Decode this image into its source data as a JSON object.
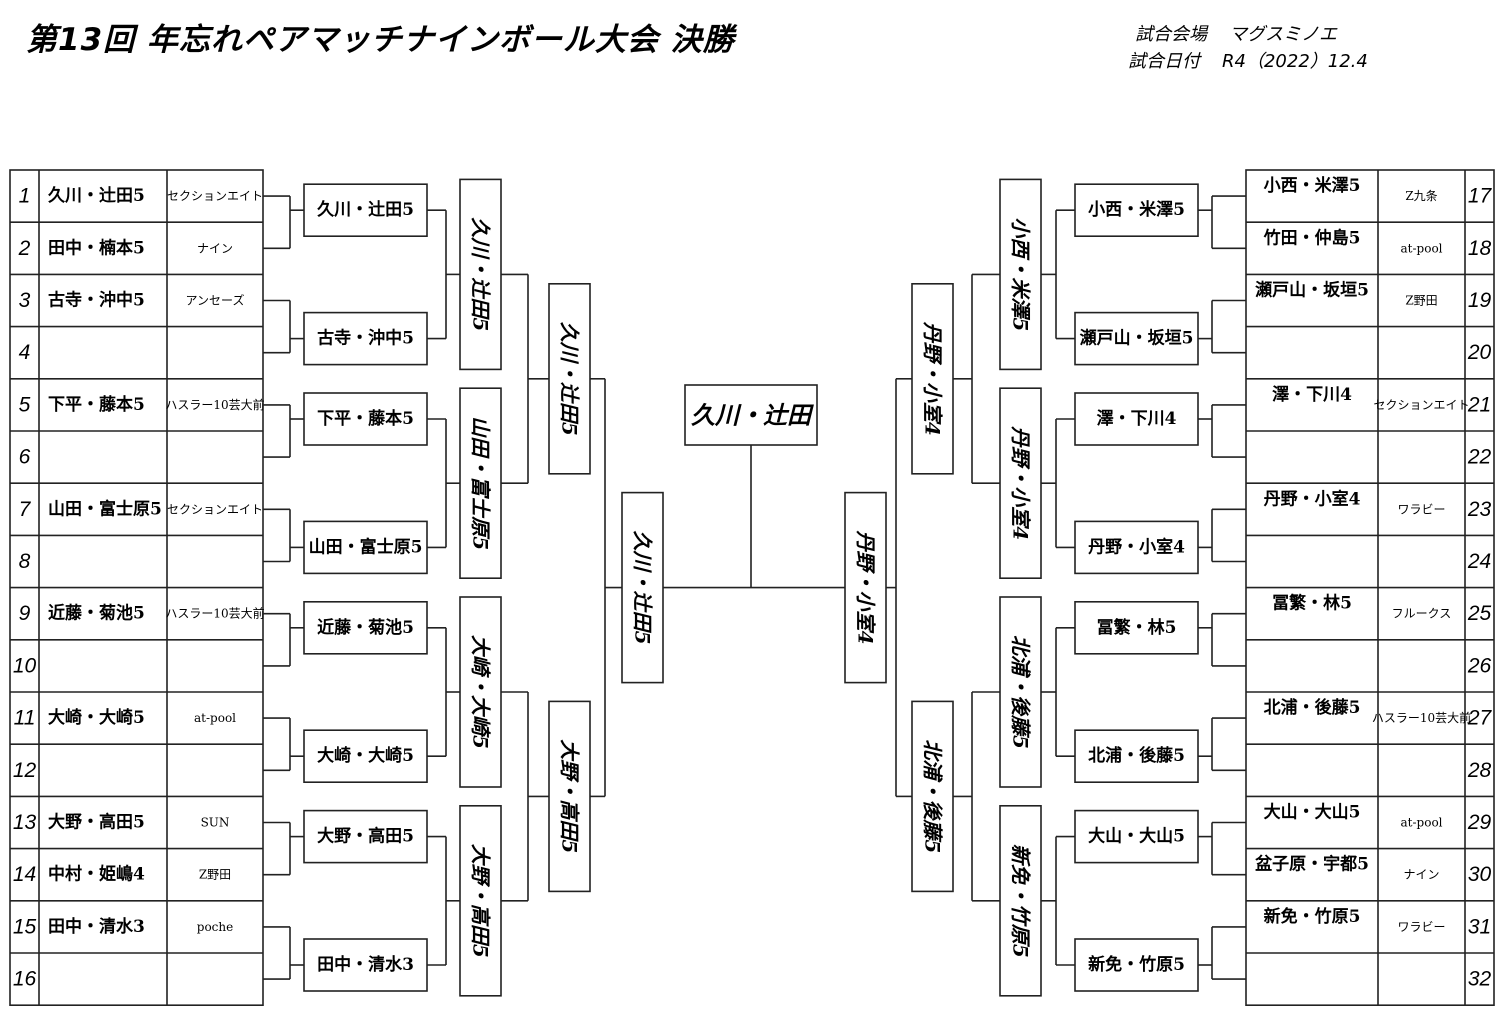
{
  "header": {
    "title": "第13回 年忘れペアマッチナインボール大会 決勝",
    "venue_label": "試合会場",
    "venue": "マグスミノエ",
    "date_label": "試合日付",
    "date": "R4（2022）12.4"
  },
  "left_entries": [
    {
      "seed": "1",
      "name": "久川・辻田5",
      "club": "セクションエイト"
    },
    {
      "seed": "2",
      "name": "田中・楠本5",
      "club": "ナイン"
    },
    {
      "seed": "3",
      "name": "古寺・沖中5",
      "club": "アンセーズ"
    },
    {
      "seed": "4",
      "name": "",
      "club": ""
    },
    {
      "seed": "5",
      "name": "下平・藤本5",
      "club": "ハスラー10芸大前"
    },
    {
      "seed": "6",
      "name": "",
      "club": ""
    },
    {
      "seed": "7",
      "name": "山田・富士原5",
      "club": "セクションエイト"
    },
    {
      "seed": "8",
      "name": "",
      "club": ""
    },
    {
      "seed": "9",
      "name": "近藤・菊池5",
      "club": "ハスラー10芸大前"
    },
    {
      "seed": "10",
      "name": "",
      "club": ""
    },
    {
      "seed": "11",
      "name": "大崎・大崎5",
      "club": "at-pool"
    },
    {
      "seed": "12",
      "name": "",
      "club": ""
    },
    {
      "seed": "13",
      "name": "大野・高田5",
      "club": "SUN"
    },
    {
      "seed": "14",
      "name": "中村・姫嶋4",
      "club": "Z野田"
    },
    {
      "seed": "15",
      "name": "田中・清水3",
      "club": "poche"
    },
    {
      "seed": "16",
      "name": "",
      "club": ""
    }
  ],
  "right_entries": [
    {
      "seed": "17",
      "name": "小西・米澤5",
      "club": "Z九条"
    },
    {
      "seed": "18",
      "name": "竹田・仲島5",
      "club": "at-pool"
    },
    {
      "seed": "19",
      "name": "瀬戸山・坂垣5",
      "club": "Z野田"
    },
    {
      "seed": "20",
      "name": "",
      "club": ""
    },
    {
      "seed": "21",
      "name": "澤・下川4",
      "club": "セクションエイト"
    },
    {
      "seed": "22",
      "name": "",
      "club": ""
    },
    {
      "seed": "23",
      "name": "丹野・小室4",
      "club": "ワラビー"
    },
    {
      "seed": "24",
      "name": "",
      "club": ""
    },
    {
      "seed": "25",
      "name": "冨繁・林5",
      "club": "フルークス"
    },
    {
      "seed": "26",
      "name": "",
      "club": ""
    },
    {
      "seed": "27",
      "name": "北浦・後藤5",
      "club": "ハスラー10芸大前"
    },
    {
      "seed": "28",
      "name": "",
      "club": ""
    },
    {
      "seed": "29",
      "name": "大山・大山5",
      "club": "at-pool"
    },
    {
      "seed": "30",
      "name": "盆子原・宇都5",
      "club": "ナイン"
    },
    {
      "seed": "31",
      "name": "新免・竹原5",
      "club": "ワラビー"
    },
    {
      "seed": "32",
      "name": "",
      "club": ""
    }
  ],
  "left_round1": [
    "久川・辻田5",
    "古寺・沖中5",
    "下平・藤本5",
    "山田・富士原5",
    "近藤・菊池5",
    "大崎・大崎5",
    "大野・高田5",
    "田中・清水3"
  ],
  "left_round2": [
    "久川・辻田5",
    "山田・富士原5",
    "大崎・大崎5",
    "大野・高田5"
  ],
  "left_round3": [
    "久川・辻田5",
    "大野・高田5"
  ],
  "left_semifinal": "久川・辻田5",
  "right_round1": [
    "小西・米澤5",
    "瀬戸山・坂垣5",
    "澤・下川4",
    "丹野・小室4",
    "冨繁・林5",
    "北浦・後藤5",
    "大山・大山5",
    "新免・竹原5"
  ],
  "right_round2": [
    "小西・米澤5",
    "丹野・小室4",
    "北浦・後藤5",
    "新免・竹原5"
  ],
  "right_round3": [
    "丹野・小室4",
    "北浦・後藤5"
  ],
  "right_semifinal": "丹野・小室4",
  "champion": "久川・辻田"
}
